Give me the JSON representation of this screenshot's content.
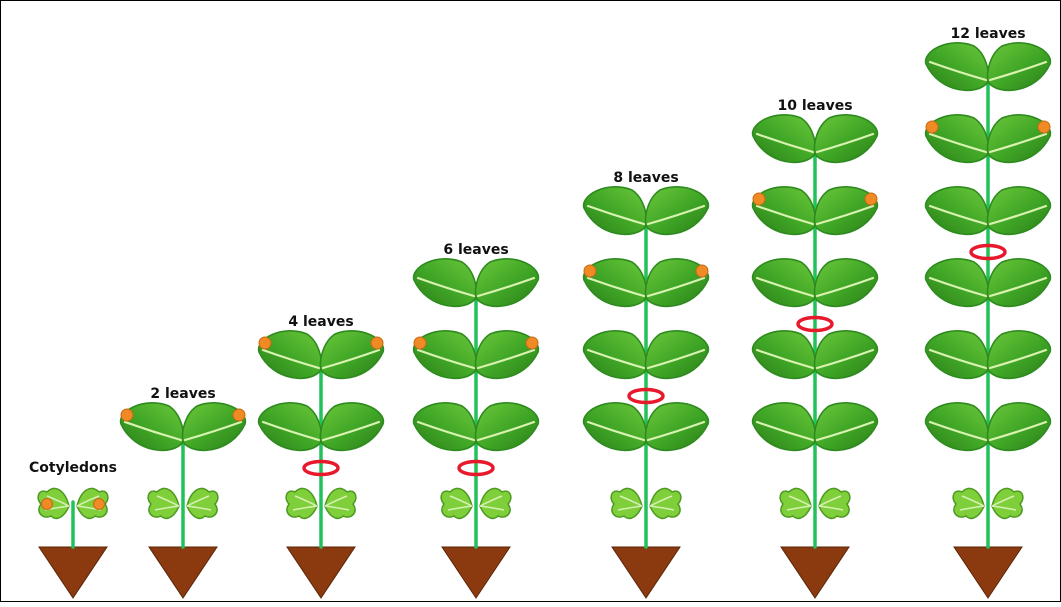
{
  "stages": [
    {
      "label": "Cotyledons",
      "leaf_pairs": 0,
      "marked_pair_index": -1,
      "ring_after_pair": -1
    },
    {
      "label": "2 leaves",
      "leaf_pairs": 1,
      "marked_pair_index": 0,
      "ring_after_pair": -1
    },
    {
      "label": "4 leaves",
      "leaf_pairs": 2,
      "marked_pair_index": 1,
      "ring_after_pair": 0
    },
    {
      "label": "6 leaves",
      "leaf_pairs": 3,
      "marked_pair_index": 1,
      "ring_after_pair": 0
    },
    {
      "label": "8 leaves",
      "leaf_pairs": 4,
      "marked_pair_index": 2,
      "ring_after_pair": 1
    },
    {
      "label": "10 leaves",
      "leaf_pairs": 5,
      "marked_pair_index": 3,
      "ring_after_pair": 2
    },
    {
      "label": "12 leaves",
      "leaf_pairs": 6,
      "marked_pair_index": 4,
      "ring_after_pair": 3
    }
  ],
  "colors": {
    "stem": "#22c25a",
    "leaf_dark": "#2e8b1f",
    "leaf_light": "#8fd64a",
    "leaf_vein": "#d8f2b0",
    "cotyledon": "#7fcf3a",
    "marker_dot": "#f08a24",
    "ring": "#e8192c",
    "soil": "#8b3a0f"
  },
  "icons": [
    "leaf-icon",
    "cotyledon-icon",
    "soil-triangle-icon",
    "orange-dot-marker",
    "red-ring-marker"
  ]
}
